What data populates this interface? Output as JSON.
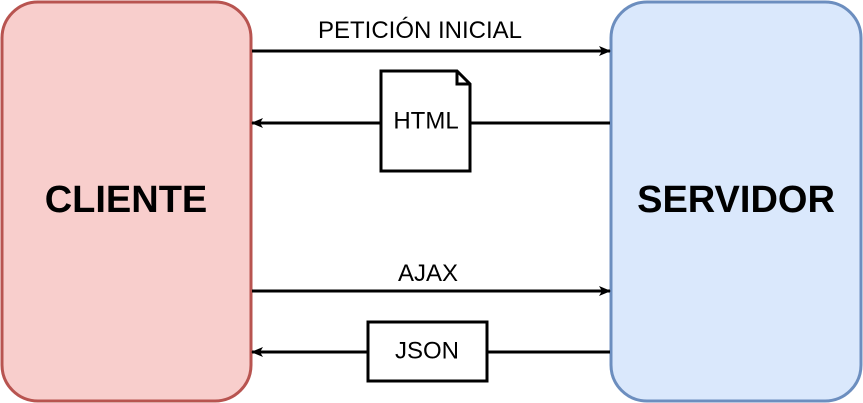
{
  "diagram": {
    "client": {
      "label": "CLIENTE",
      "fill": "#f8cecc",
      "stroke": "#b85450"
    },
    "server": {
      "label": "SERVIDOR",
      "fill": "#dae8fc",
      "stroke": "#6c8ebf"
    },
    "edges": {
      "initial_request": {
        "label": "PETICIÓN INICIAL"
      },
      "html_response": {
        "label": "HTML"
      },
      "ajax_request": {
        "label": "AJAX"
      },
      "json_response": {
        "label": "JSON"
      }
    }
  }
}
